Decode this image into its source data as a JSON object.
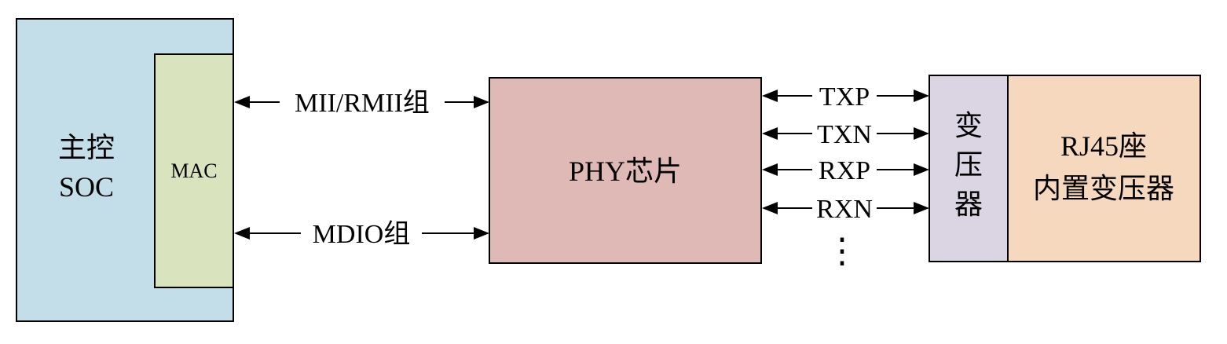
{
  "colors": {
    "soc": "#c3dee8",
    "mac": "#d9e4bf",
    "phy": "#dfb9b5",
    "transformer": "#dad4e3",
    "rj45": "#f6d8bf",
    "stroke": "#000000"
  },
  "soc": {
    "line1": "主控",
    "line2": "SOC"
  },
  "mac": {
    "label": "MAC"
  },
  "buses": {
    "mii": "MII/RMII组",
    "mdio": "MDIO组"
  },
  "phy": {
    "label": "PHY芯片"
  },
  "signals": [
    "TXP",
    "TXN",
    "RXP",
    "RXN"
  ],
  "ellipsis": "⋮",
  "transformer": {
    "chars": [
      "变",
      "压",
      "器"
    ]
  },
  "rj45": {
    "line1": "RJ45座",
    "line2": "内置变压器"
  }
}
